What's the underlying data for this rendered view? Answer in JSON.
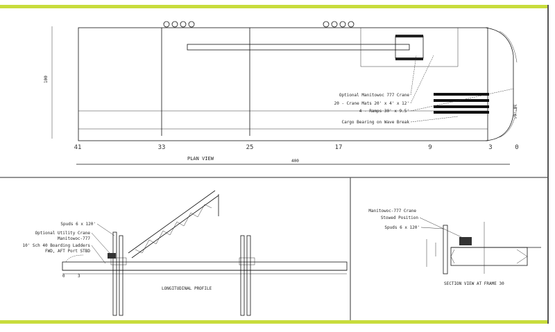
{
  "colors": {
    "accent": "#c8dc3c",
    "frame": "#555555"
  },
  "plan_view": {
    "title": "PLAN VIEW",
    "length_dim": "400",
    "width_dim": "100",
    "ramp_dim": "30'-6\"",
    "callouts": [
      "Optional Manitowoc 777 Crane",
      "20 - Crane Mats 20' x 4' x 12'",
      "4 - Ramps 30' x 9.5'",
      "Cargo Bearing on Wave Break"
    ],
    "stations": [
      "41",
      "33",
      "25",
      "17",
      "9",
      "3",
      "0"
    ]
  },
  "profile_view": {
    "title": "LONGITUDINAL PROFILE",
    "callouts": [
      "Spuds 6 x 120'",
      "Optional Utility Crane",
      "Manitowoc-777",
      "10' Sch 40 Boarding Ladders",
      "FWD, AFT Port STBD"
    ],
    "stations": [
      "0",
      "3"
    ]
  },
  "section_view": {
    "title": "SECTION VIEW AT FRAME 30",
    "callouts": [
      "Manitowoc-777 Crane",
      "Stowed Position",
      "Spuds 6 x 120'"
    ]
  }
}
